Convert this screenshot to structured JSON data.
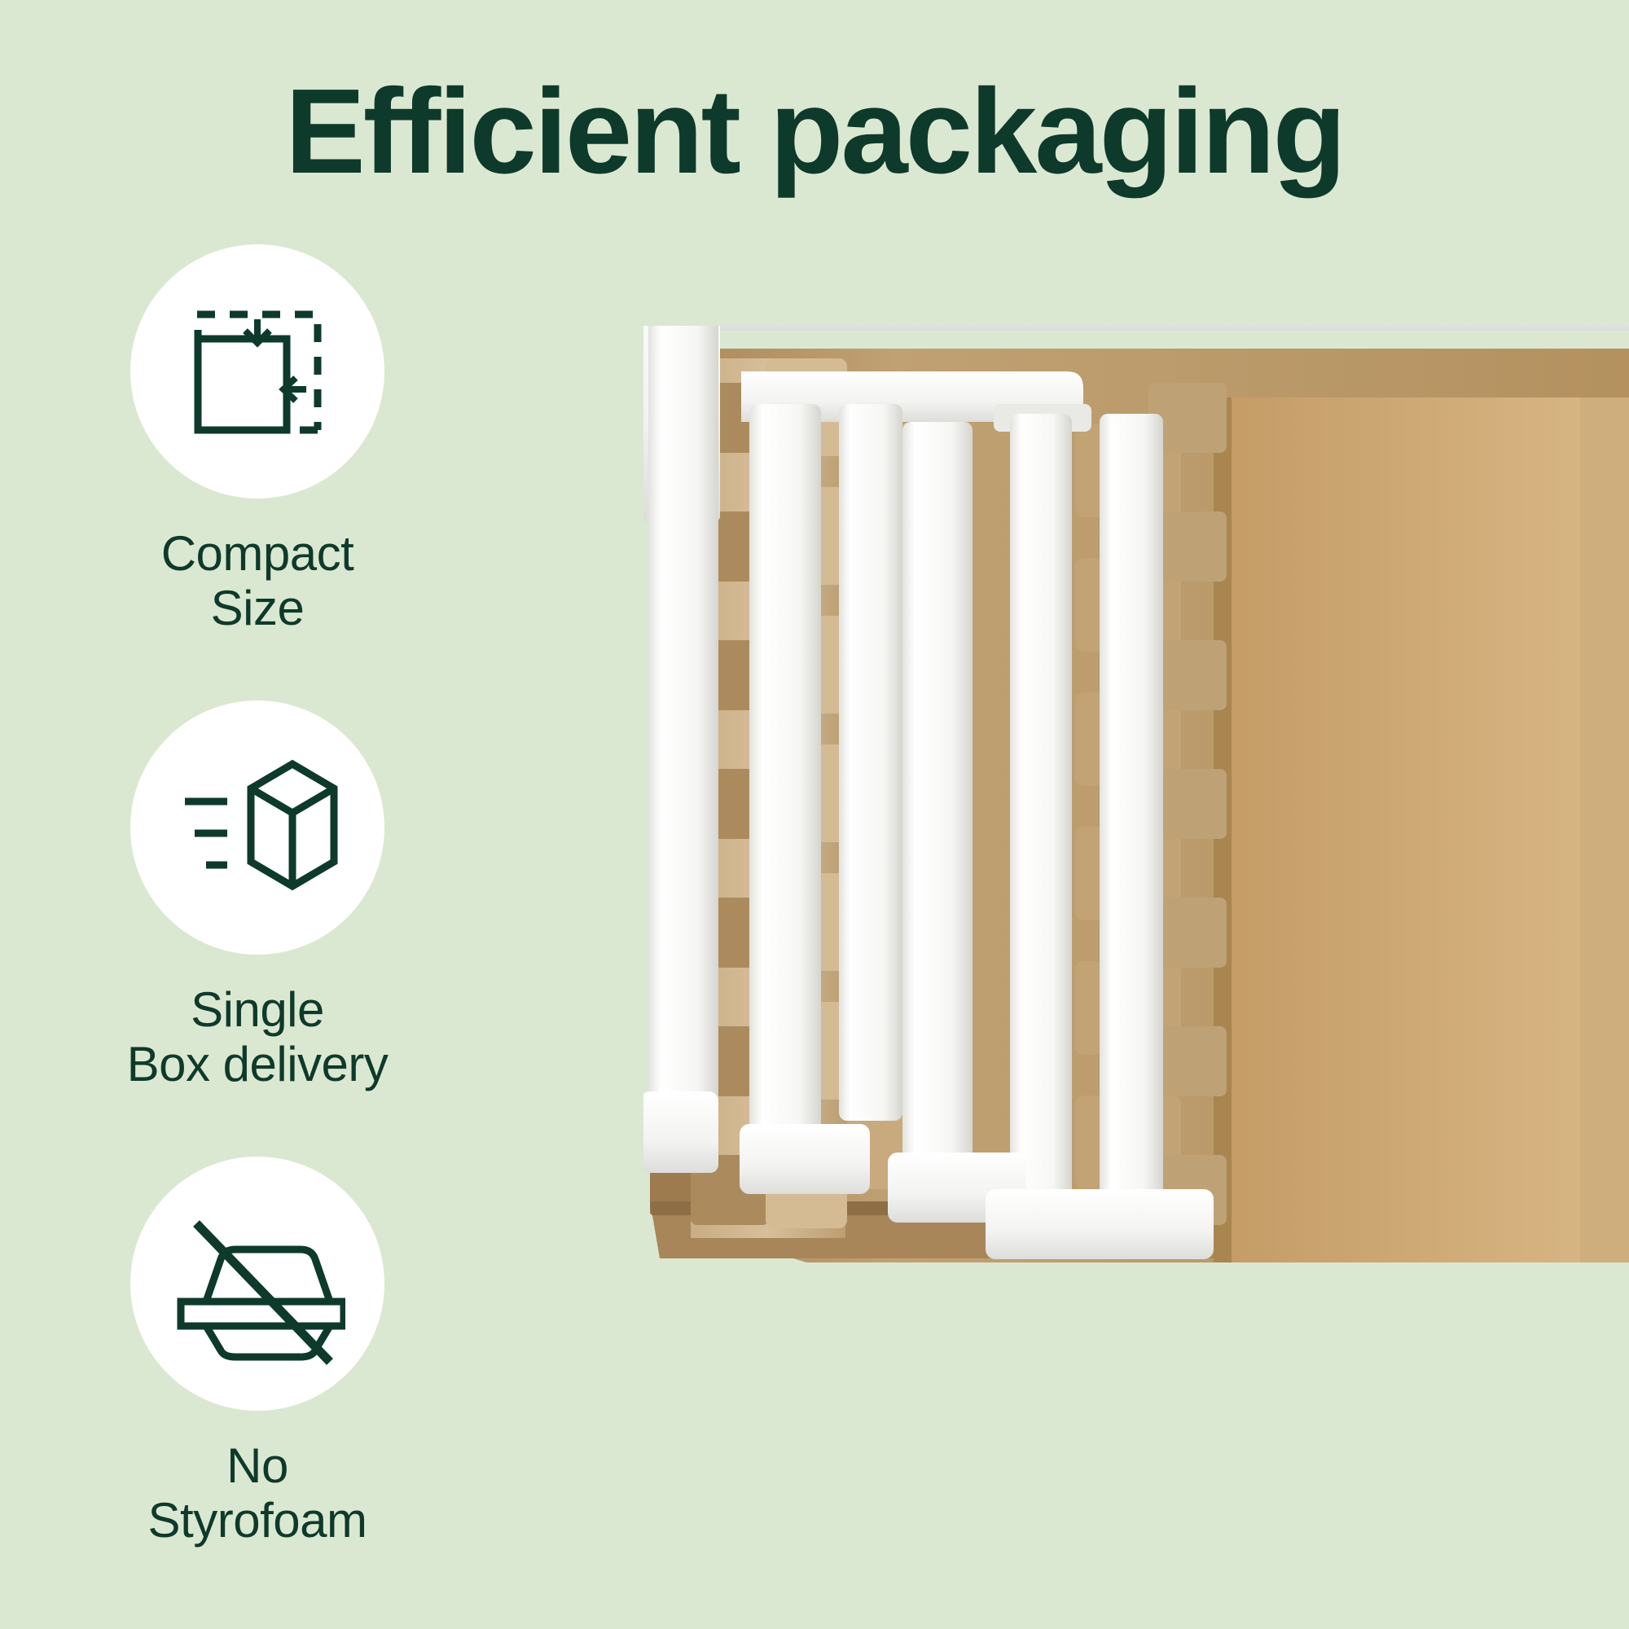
{
  "page": {
    "title": "Efficient packaging",
    "background_color": "#dbe8d1",
    "text_color": "#0e3a2b",
    "circle_color": "#ffffff"
  },
  "features": [
    {
      "icon": "compact-size-icon",
      "label_line1": "Compact",
      "label_line2": "Size"
    },
    {
      "icon": "single-box-delivery-icon",
      "label_line1": "Single",
      "label_line2": "Box delivery"
    },
    {
      "icon": "no-styrofoam-icon",
      "label_line1": "No",
      "label_line2": "Styrofoam"
    }
  ],
  "photo": {
    "alt": "White metal baby gate packed in molded pulp inserts inside an open cardboard box",
    "cardboard_color": "#b99a6c",
    "pulp_color": "#c6a87c",
    "product_color": "#f4f4f2",
    "box_inner_color": "#caa673"
  }
}
